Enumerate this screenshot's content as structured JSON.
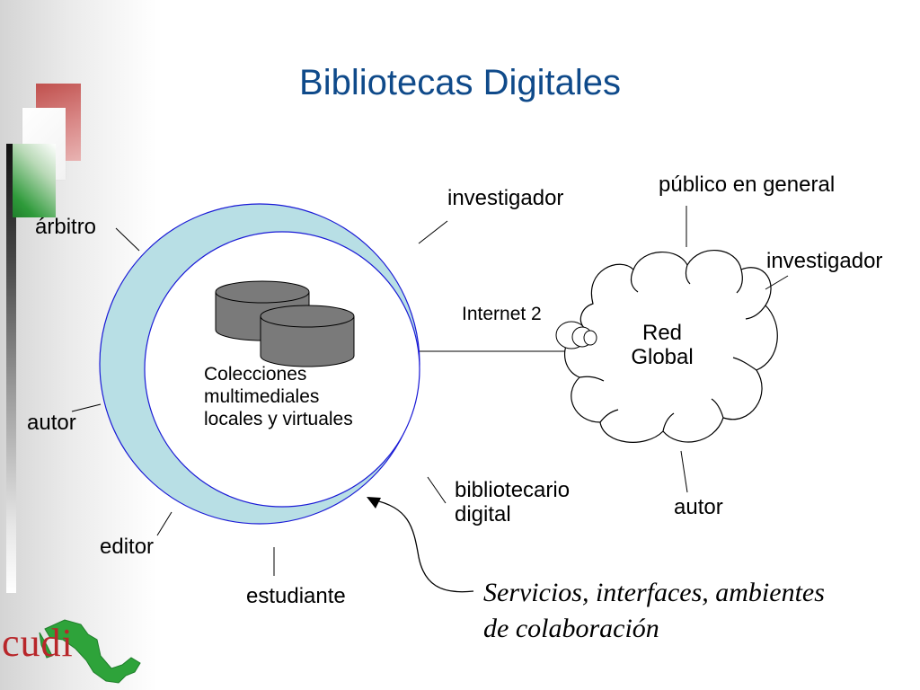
{
  "title": "Bibliotecas Digitales",
  "ring_labels": {
    "arbitro": "árbitro",
    "autor": "autor",
    "editor": "editor",
    "estudiante": "estudiante",
    "investigador": "investigador",
    "bibliotecario": [
      "bibliotecario",
      "digital"
    ]
  },
  "center": {
    "collections": [
      "Colecciones",
      "multimediales",
      "locales y virtuales"
    ]
  },
  "link_label": "Internet 2",
  "cloud": {
    "label": [
      "Red",
      "Global"
    ],
    "publico": "público en general",
    "investigador": "investigador",
    "autor": "autor"
  },
  "services_note": [
    "Servicios, interfaces, ambientes",
    "de colaboración"
  ],
  "logo_text": "cudi",
  "colors": {
    "title": "#0f4a8a",
    "ring_fill": "#b8dfe5",
    "ring_stroke": "#1a1ad6",
    "cylinder": "#7a7a7a",
    "logo_red": "#b8262a",
    "logo_green": "#2ea33a"
  }
}
